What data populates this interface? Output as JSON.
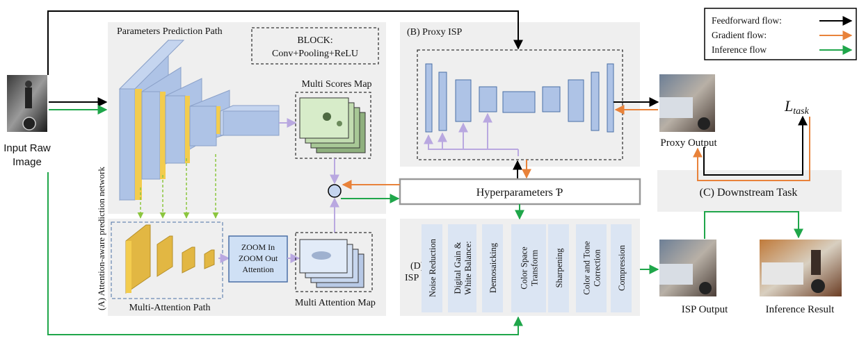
{
  "inputs": {
    "raw_label_1": "Input Raw",
    "raw_label_2": "Image"
  },
  "parameters_path": {
    "title": "Parameters Prediction Path",
    "block_label_1": "BLOCK:",
    "block_label_2": "Conv+Pooling+ReLU",
    "scores_map_label": "Multi Scores Map"
  },
  "attention_path": {
    "side_label": "(A)  Attention-aware prediction network",
    "title": "Multi-Attention Path",
    "zoom_1": "ZOOM In",
    "zoom_2": "ZOOM Out",
    "zoom_3": "Attention",
    "attention_map_label": "Multi Attention Map"
  },
  "proxy_isp": {
    "title": "(B) Proxy ISP",
    "output_label": "Proxy Output"
  },
  "hyperparameters": {
    "label": "Hyperparameters Ƥ"
  },
  "isp": {
    "label_1": "(D)",
    "label_2": "ISP",
    "stages": [
      {
        "lines": [
          "Noise Reduction"
        ]
      },
      {
        "lines": [
          "Digital Gain &",
          "White Balance:"
        ]
      },
      {
        "lines": [
          "Demosaicking"
        ]
      },
      {
        "lines": [
          "Color Space",
          "Transform"
        ]
      },
      {
        "lines": [
          "Sharpening"
        ]
      },
      {
        "lines": [
          "Color and Tone",
          "Correction"
        ]
      },
      {
        "lines": [
          "Compression"
        ]
      }
    ],
    "output_label": "ISP Output"
  },
  "downstream": {
    "title": "(C) Downstream Task",
    "loss_main": "L",
    "loss_sub": "task",
    "result_label": "Inference Result"
  },
  "legend": {
    "items": [
      {
        "label": "Feedforward flow:",
        "color": "#000000"
      },
      {
        "label": "Gradient flow:",
        "color": "#e8823a"
      },
      {
        "label": "Inference flow",
        "color": "#1fa64a"
      }
    ]
  },
  "colors": {
    "feedforward": "#000000",
    "gradient": "#e8823a",
    "inference": "#1fa64a",
    "attention_arrow": "#b9a8e0",
    "dotted_green": "#8cc63f",
    "block_blue": "#aec3e6",
    "block_yellow": "#f3cc4e",
    "panel_gray": "#efefef"
  }
}
